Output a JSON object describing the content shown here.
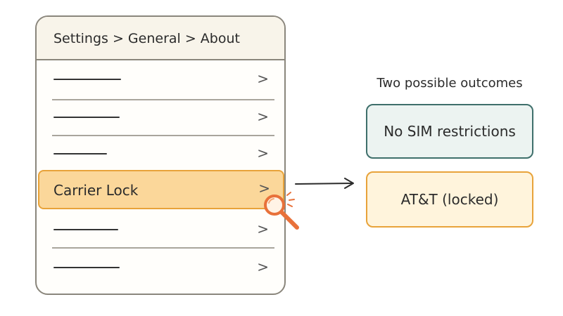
{
  "settings_panel": {
    "breadcrumb": "Settings > General > About",
    "chevron_glyph": ">",
    "rows": [
      {
        "label": ""
      },
      {
        "label": ""
      },
      {
        "label": ""
      },
      {
        "label": "Carrier Lock",
        "highlighted": true
      },
      {
        "label": ""
      },
      {
        "label": ""
      }
    ]
  },
  "outcomes": {
    "title": "Two possible outcomes",
    "items": [
      {
        "label": "No SIM restrictions",
        "color": "#3e6f6b"
      },
      {
        "label": "AT&T (locked)",
        "color": "#e8a33a"
      }
    ]
  },
  "colors": {
    "highlight_fill": "#fbd79a",
    "highlight_border": "#e8a33a",
    "magnifier": "#e8713a",
    "panel_border": "#8a867c"
  },
  "icons": {
    "magnifier": "magnifier-icon",
    "chevron": "chevron-right-icon",
    "arrow": "arrow-right-icon"
  }
}
